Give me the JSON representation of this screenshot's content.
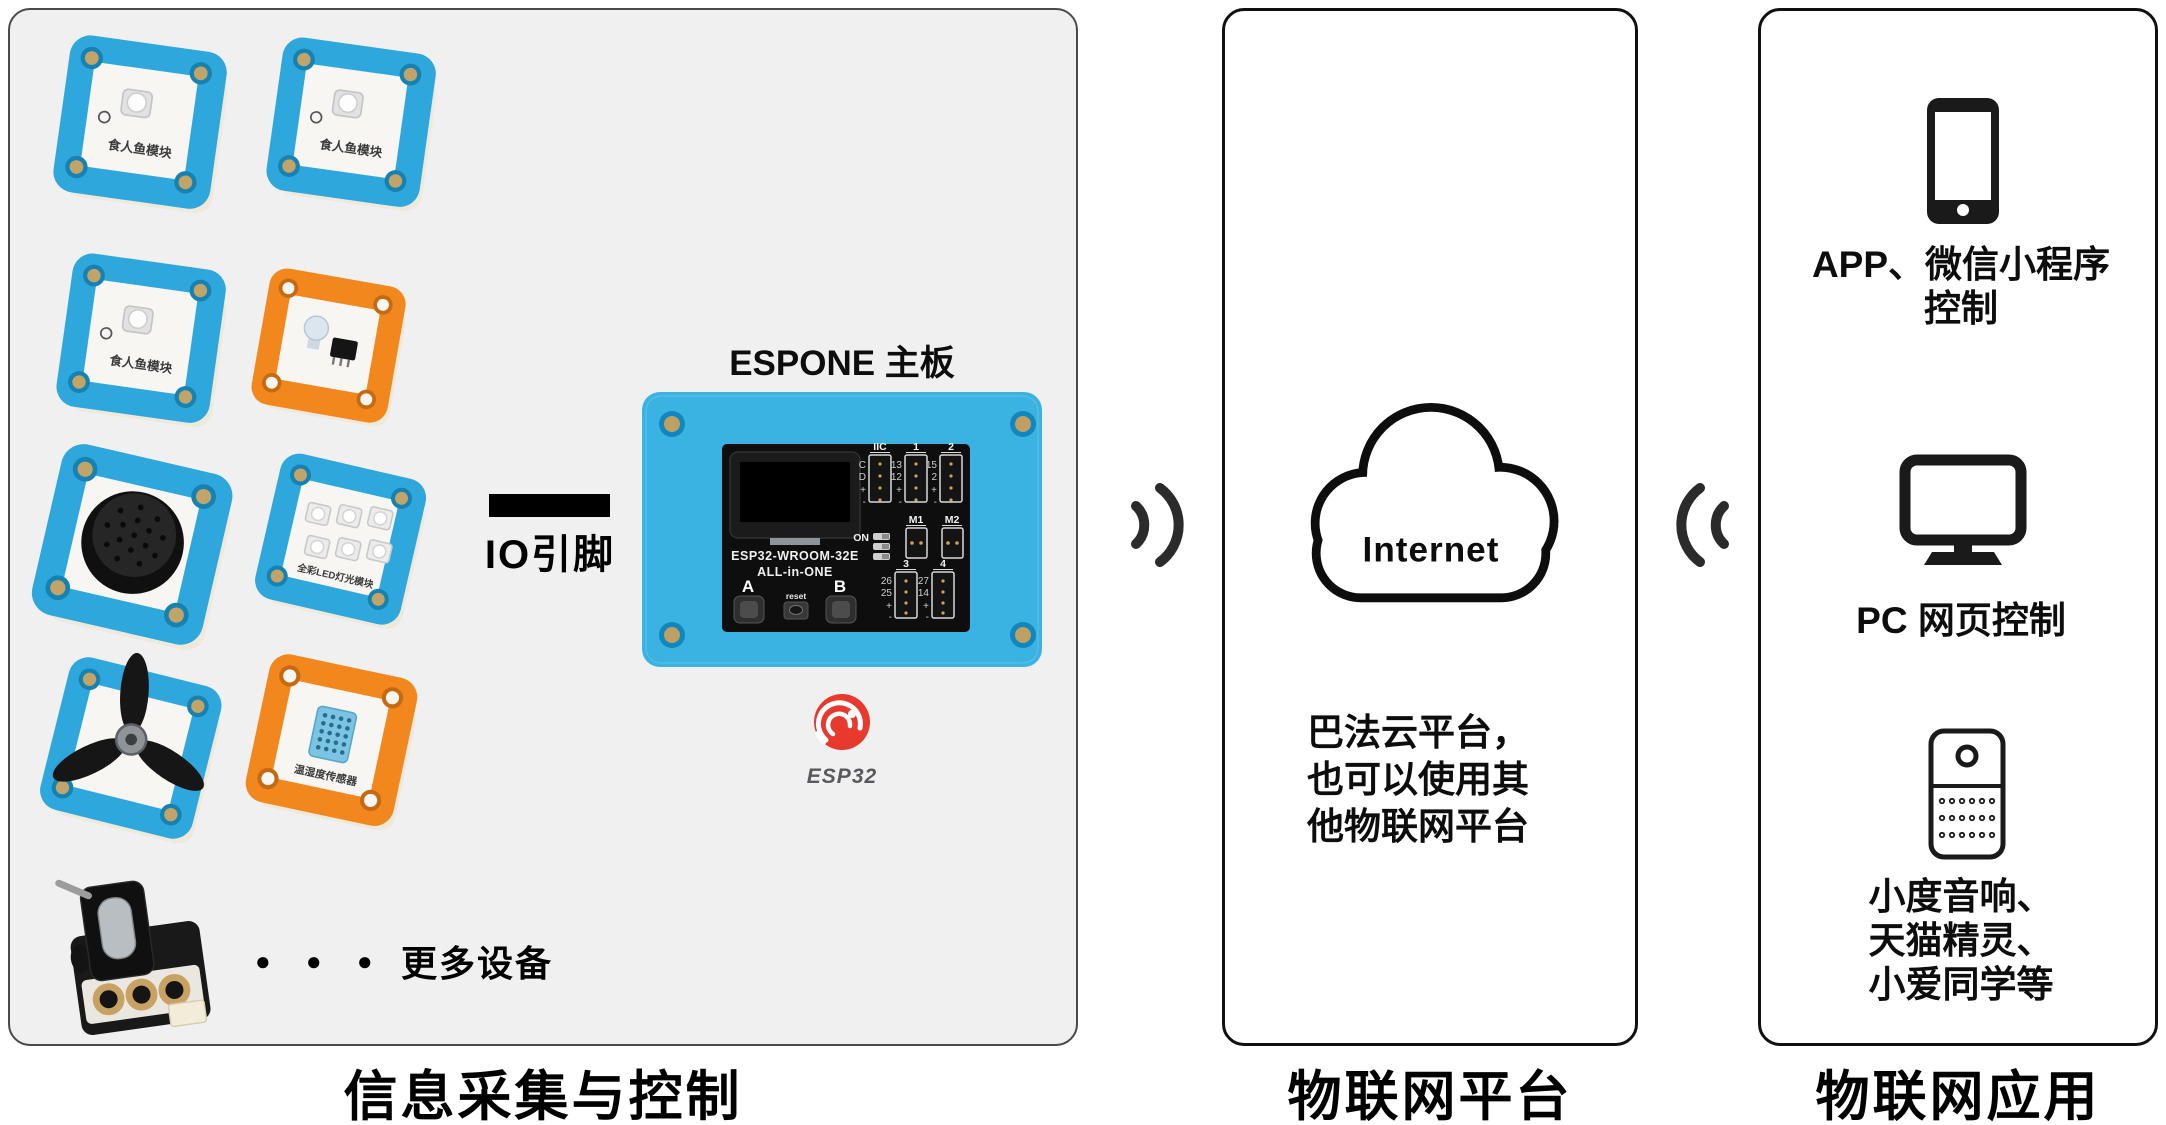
{
  "colors": {
    "module_blue": "#2ea7dd",
    "module_orange": "#f2871e",
    "board_blue": "#3ab3e3",
    "esp32_red": "#e8392f",
    "panel_gray": "#f0f0f0",
    "ink": "#111111"
  },
  "left_panel": {
    "title": "信息采集与控制",
    "board_caption": "ESPONE 主板",
    "io_pin_label": "IO引脚",
    "more_devices_dots": "● ● ●",
    "more_devices_label": "更多设备",
    "esp32_logo_text": "ESP32",
    "module_labels": {
      "led": "食人鱼模块",
      "matrix": "全彩LED灯光模块",
      "dht": "温湿度传感器"
    },
    "board": {
      "chip_line1": "ESP32-WROOM-32E",
      "chip_line2": "ALL-in-ONE",
      "button_a": "A",
      "button_b": "B",
      "button_reset": "reset",
      "on_label": "ON",
      "connectors": {
        "iic": {
          "label": "IIC",
          "pins": [
            "C",
            "D",
            "+",
            "-"
          ]
        },
        "p1": {
          "label": "1",
          "pins": [
            "13",
            "12",
            "+",
            "-"
          ]
        },
        "p2": {
          "label": "2",
          "pins": [
            "15",
            "2",
            "+",
            "-"
          ]
        },
        "m1": {
          "label": "M1"
        },
        "m2": {
          "label": "M2"
        },
        "p3": {
          "label": "3",
          "pins": [
            "26",
            "25",
            "+",
            "-"
          ]
        },
        "p4": {
          "label": "4",
          "pins": [
            "27",
            "14",
            "+",
            "-"
          ]
        }
      }
    }
  },
  "middle_panel": {
    "cloud_label": "Internet",
    "description_lines": [
      "巴法云平台，",
      "也可以使用其",
      "他物联网平台"
    ],
    "title": "物联网平台"
  },
  "right_panel": {
    "items": [
      {
        "icon": "smartphone",
        "lines": [
          "APP、微信小程序",
          "控制"
        ]
      },
      {
        "icon": "desktop-computer",
        "lines": [
          "PC 网页控制"
        ]
      },
      {
        "icon": "smart-speaker",
        "lines": [
          "小度音响、",
          "天猫精灵、",
          "小爱同学等"
        ]
      }
    ],
    "title": "物联网应用"
  }
}
